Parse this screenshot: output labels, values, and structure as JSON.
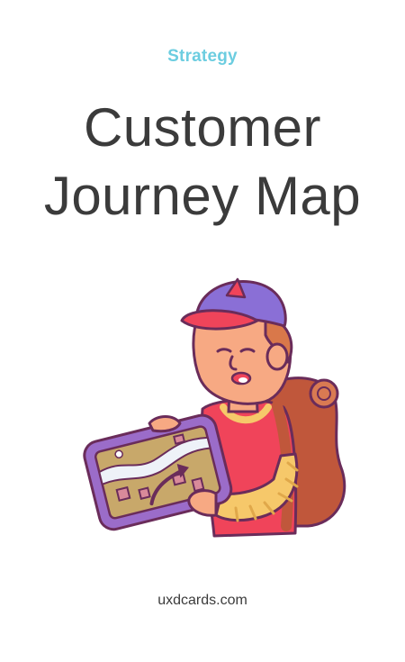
{
  "card": {
    "category": "Strategy",
    "title_line1": "Customer",
    "title_line2": "Journey Map",
    "footer": "uxdcards.com"
  },
  "illustration": {
    "subject": "traveler-with-tablet-map-icon"
  },
  "colors": {
    "category": "#6ccde0",
    "title": "#3b3b3b",
    "cap": "#8a6fd6",
    "cap_brim": "#f0445a",
    "shirt": "#f0445a",
    "backpack": "#c0573b",
    "skin": "#f7a983",
    "hair": "#d9784a",
    "tablet": "#9b6cc9",
    "sleeve": "#f6c86a",
    "outline": "#6a2c5a"
  }
}
